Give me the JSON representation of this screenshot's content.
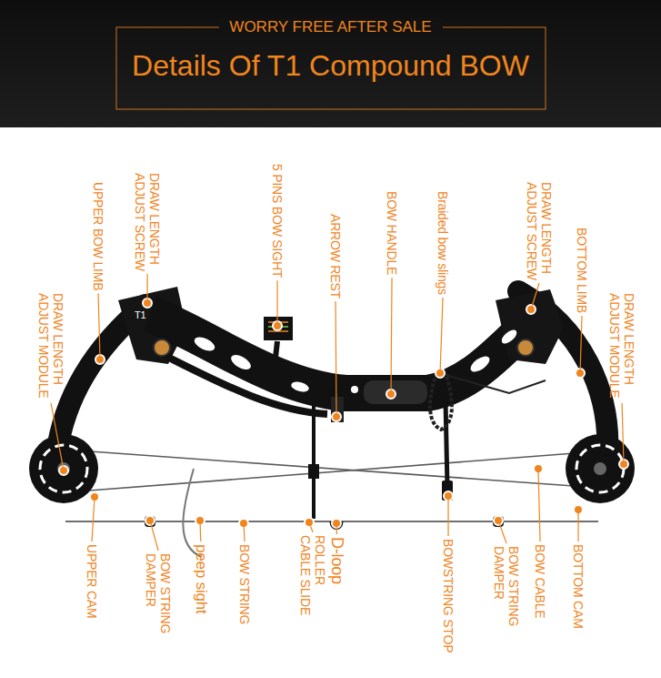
{
  "diagram": {
    "title": "Details Of T1 Compound BOW",
    "labels": [
      "WORRY FREE AFTER SALE",
      "UPPER BOW LIMB",
      "DRAW LENGTH ADJUST SCREW",
      "DRAW LENGTH ADJUST MODULE",
      "5 PINS BOW SIGHT",
      "ARROW REST",
      "BOW HANDLE",
      "Braided bow slings",
      "DRAW LENGTH ADJUST SCREW",
      "BOTTOM LIMB",
      "DRAW LENGTH ADJUST MODULE",
      "UPPER CAM",
      "BOW STRING DAMPER",
      "peep sight",
      "BOW STRING",
      "ROLLER CABLE SLIDE",
      "D-loop",
      "BOWSTRING STOP",
      "BOW STRING DAMPER",
      "BOW CABLE",
      "BOTTOM CAM",
      "T1"
    ]
  }
}
